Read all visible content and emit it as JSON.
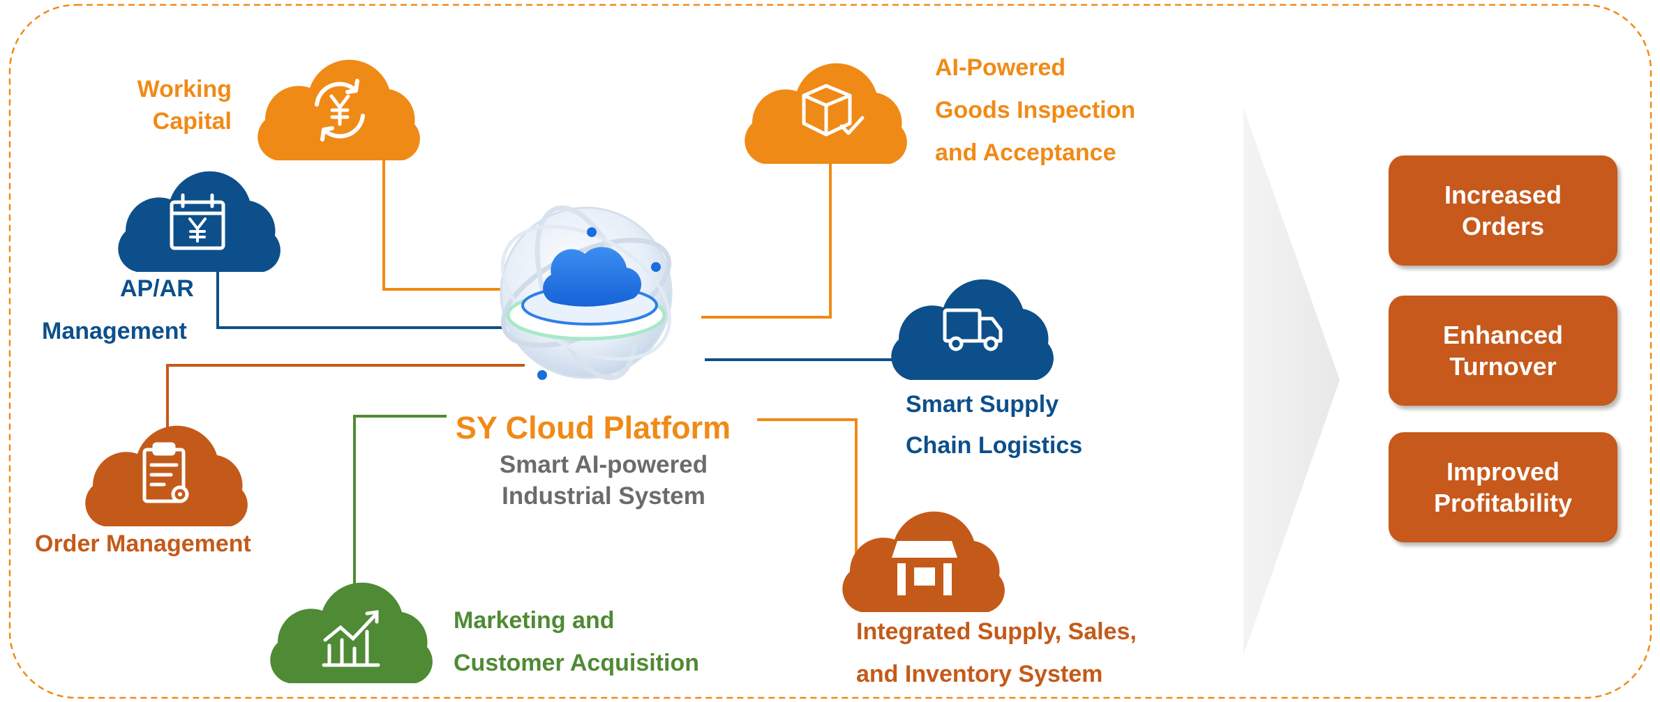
{
  "platform": {
    "title": "SY Cloud Platform",
    "subtitle_line1": "Smart AI-powered",
    "subtitle_line2": "Industrial System"
  },
  "modules": {
    "working_capital": {
      "line1": "Working",
      "line2": "Capital",
      "icon": "yuan-cycle-icon",
      "color": "#f08a16"
    },
    "ap_ar": {
      "line1": "AP/AR",
      "line2": "Management",
      "icon": "calendar-yuan-icon",
      "color": "#0d4f8b"
    },
    "order_management": {
      "line1": "Order Management",
      "icon": "clipboard-gear-icon",
      "color": "#c45a19"
    },
    "marketing": {
      "line1": "Marketing and",
      "line2": "Customer Acquisition",
      "icon": "growth-chart-icon",
      "color": "#4f8a34"
    },
    "goods_inspection": {
      "line1": "AI-Powered",
      "line2": "Goods Inspection",
      "line3": "and Acceptance",
      "icon": "box-check-icon",
      "color": "#f08a16"
    },
    "logistics": {
      "line1": "Smart Supply",
      "line2": "Chain Logistics",
      "icon": "truck-icon",
      "color": "#0d4f8b"
    },
    "inventory": {
      "line1": "Integrated Supply, Sales,",
      "line2": "and Inventory System",
      "icon": "store-icon",
      "color": "#c45a19"
    }
  },
  "results": [
    {
      "line1": "Increased",
      "line2": "Orders"
    },
    {
      "line1": "Enhanced",
      "line2": "Turnover"
    },
    {
      "line1": "Improved",
      "line2": "Profitability"
    }
  ],
  "colors": {
    "orange": "#f08a16",
    "blue": "#0d4f8b",
    "rust": "#c45a19",
    "green": "#4f8a34",
    "result_box": "#c6591b",
    "border_dash": "#f08a16"
  }
}
